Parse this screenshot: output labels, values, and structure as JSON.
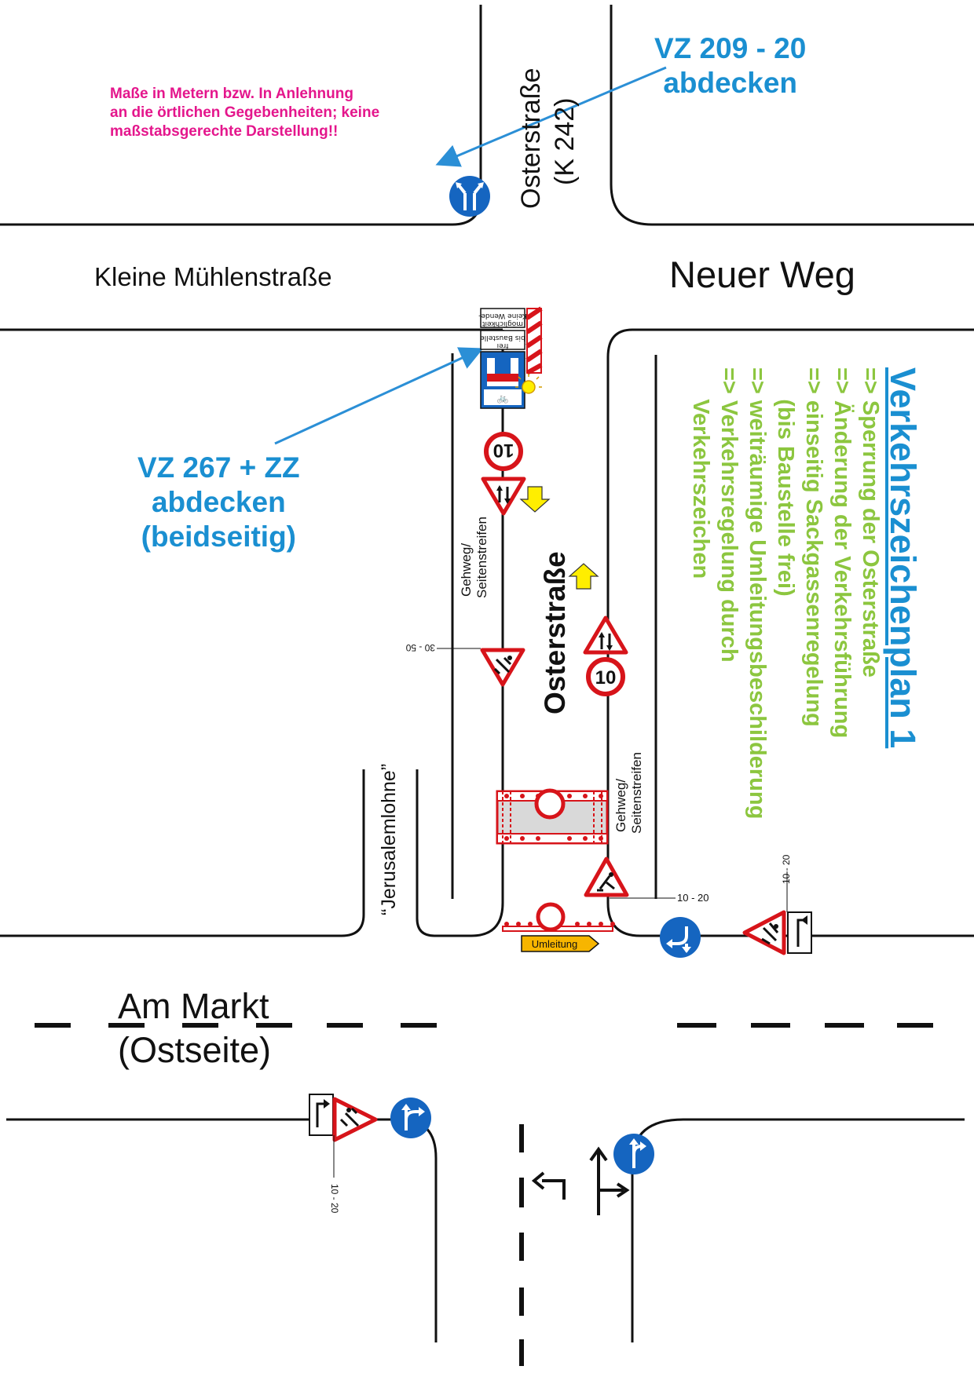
{
  "note": "Maße in Metern bzw. In Anlehnung\nan die örtlichen Gegebenheiten; keine\nmaßstabsgerechte Darstellung!!",
  "callouts": {
    "top": "VZ 209 - 20\nabdecken",
    "middle": "VZ 267 + ZZ\nabdecken\n(beidseitig)"
  },
  "streets": {
    "north": "Osterstraße",
    "north_sub": "(K 242)",
    "west": "Kleine Mühlenstraße",
    "east": "Neuer Weg",
    "center": "Osterstraße",
    "side_lane": "“Jerusalemlohne”",
    "south_name": "Am Markt",
    "south_sub": "(Ostseite)"
  },
  "lane_labels": {
    "left_line1": "Gehweg/",
    "left_line2": "Seitenstreifen",
    "right_line1": "Gehweg/",
    "right_line2": "Seitenstreifen"
  },
  "distances": {
    "warning_left": "30 - 50",
    "work_sign": "10 - 20",
    "east_sign": "10 - 20",
    "south_sign": "10 - 20"
  },
  "signs": {
    "speed_limit": "10",
    "detour": "Umleitung",
    "plate_upper": "Keine Wende-\nmöglichkeit",
    "plate_lower": "bis Baustelle\nfrei"
  },
  "legend": {
    "title": "Verkehrszeichenplan 1",
    "items": [
      "=> Sperrung der Osterstraße",
      "=> Änderung der Verkehrsführung",
      "=> einseitig Sackgassenregelung",
      "     (bis Baustelle frei)",
      "=> weiträumige Umleitungsbeschilderung",
      "=> Verkehrsregelung durch",
      "     Verkehrszeichen"
    ]
  },
  "colors": {
    "sign_blue": "#1565c0",
    "sign_red": "#d7141a",
    "callout_blue": "#1a8fd1",
    "note_magenta": "#e4168c",
    "legend_green": "#8cc63f",
    "arrow_yellow": "#ffee00"
  }
}
